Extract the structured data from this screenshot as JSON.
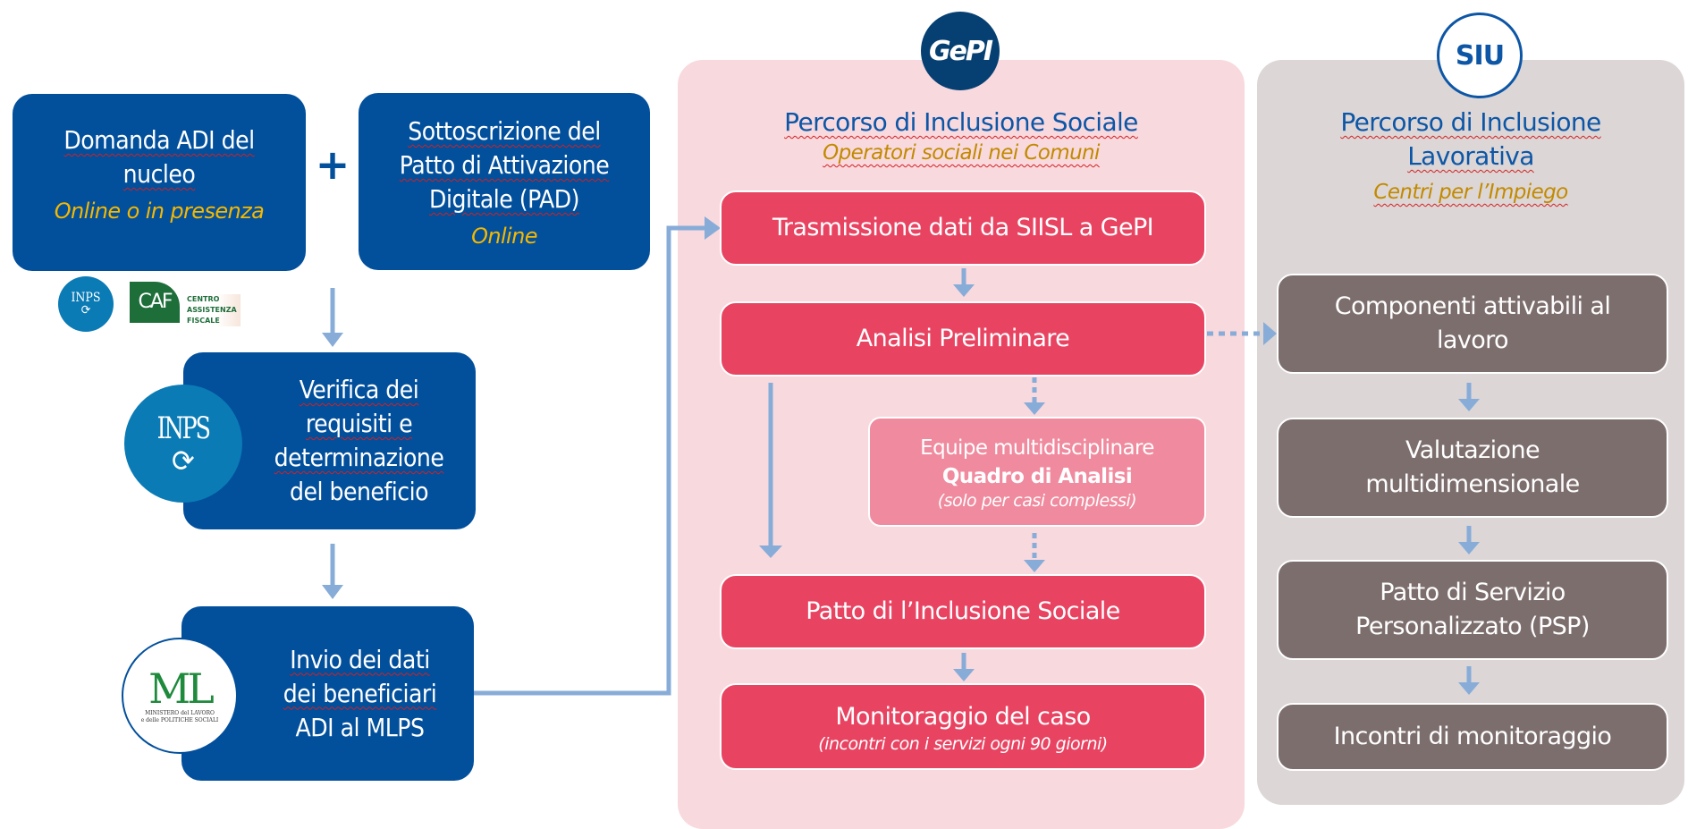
{
  "colors": {
    "blue_box": "#024f9c",
    "accent_yellow": "#f5b800",
    "pink_panel": "#f8d9de",
    "red_box": "#e84462",
    "light_red_box": "#f08a9e",
    "gray_panel": "#dcd6d6",
    "brown_box": "#7d6e6e",
    "arrow": "#88acd8",
    "title_blue": "#0d56a6",
    "subtitle_gold": "#c28a00"
  },
  "left_flow": {
    "domanda": {
      "title_line1": "Domanda ADI del",
      "title_line2": "nucleo",
      "subtitle": "Online o in presenza"
    },
    "plus_symbol": "+",
    "sottoscrizione": {
      "title_line1": "Sottoscrizione del",
      "title_line2": "Patto di Attivazione",
      "title_line3": "Digitale (PAD)",
      "subtitle": "Online"
    },
    "logos": {
      "inps_small": "INPS",
      "caf_mark": "CAF",
      "caf_line1": "CENTRO",
      "caf_line2": "ASSISTENZA",
      "caf_line3": "FISCALE"
    },
    "verifica": {
      "logo": "INPS",
      "line1": "Verifica dei",
      "line2": "requisiti e",
      "line3": "determinazione",
      "line4": "del beneficio"
    },
    "invio": {
      "logo_mark": "ML",
      "logo_caption1": "MINISTERO del LAVORO",
      "logo_caption2": "e delle POLITICHE SOCIALI",
      "line1": "Invio dei dati",
      "line2": "dei beneficiari",
      "line3": "ADI al MLPS"
    }
  },
  "social_panel": {
    "badge": "GePI",
    "title": "Percorso di Inclusione Sociale",
    "subtitle": "Operatori sociali  nei Comuni",
    "steps": {
      "trasmissione": "Trasmissione dati da SIISL a GePI",
      "analisi": "Analisi Preliminare",
      "equipe": {
        "line1": "Equipe multidisciplinare",
        "line2": "Quadro di Analisi",
        "line3": "(solo per casi complessi)"
      },
      "patto": "Patto di l’Inclusione Sociale",
      "monitoraggio": {
        "title": "Monitoraggio del caso",
        "note": "(incontri con i servizi ogni 90 giorni)"
      }
    }
  },
  "work_panel": {
    "badge": "SIU",
    "title_line1": "Percorso di Inclusione",
    "title_line2": "Lavorativa",
    "subtitle": "Centri per l’Impiego",
    "steps": {
      "componenti": {
        "line1": "Componenti attivabili al",
        "line2": "lavoro"
      },
      "valutazione": {
        "line1": "Valutazione",
        "line2": "multidimensionale"
      },
      "psp": {
        "line1": "Patto di Servizio",
        "line2": "Personalizzato (PSP)"
      },
      "incontri": "Incontri di monitoraggio"
    }
  }
}
